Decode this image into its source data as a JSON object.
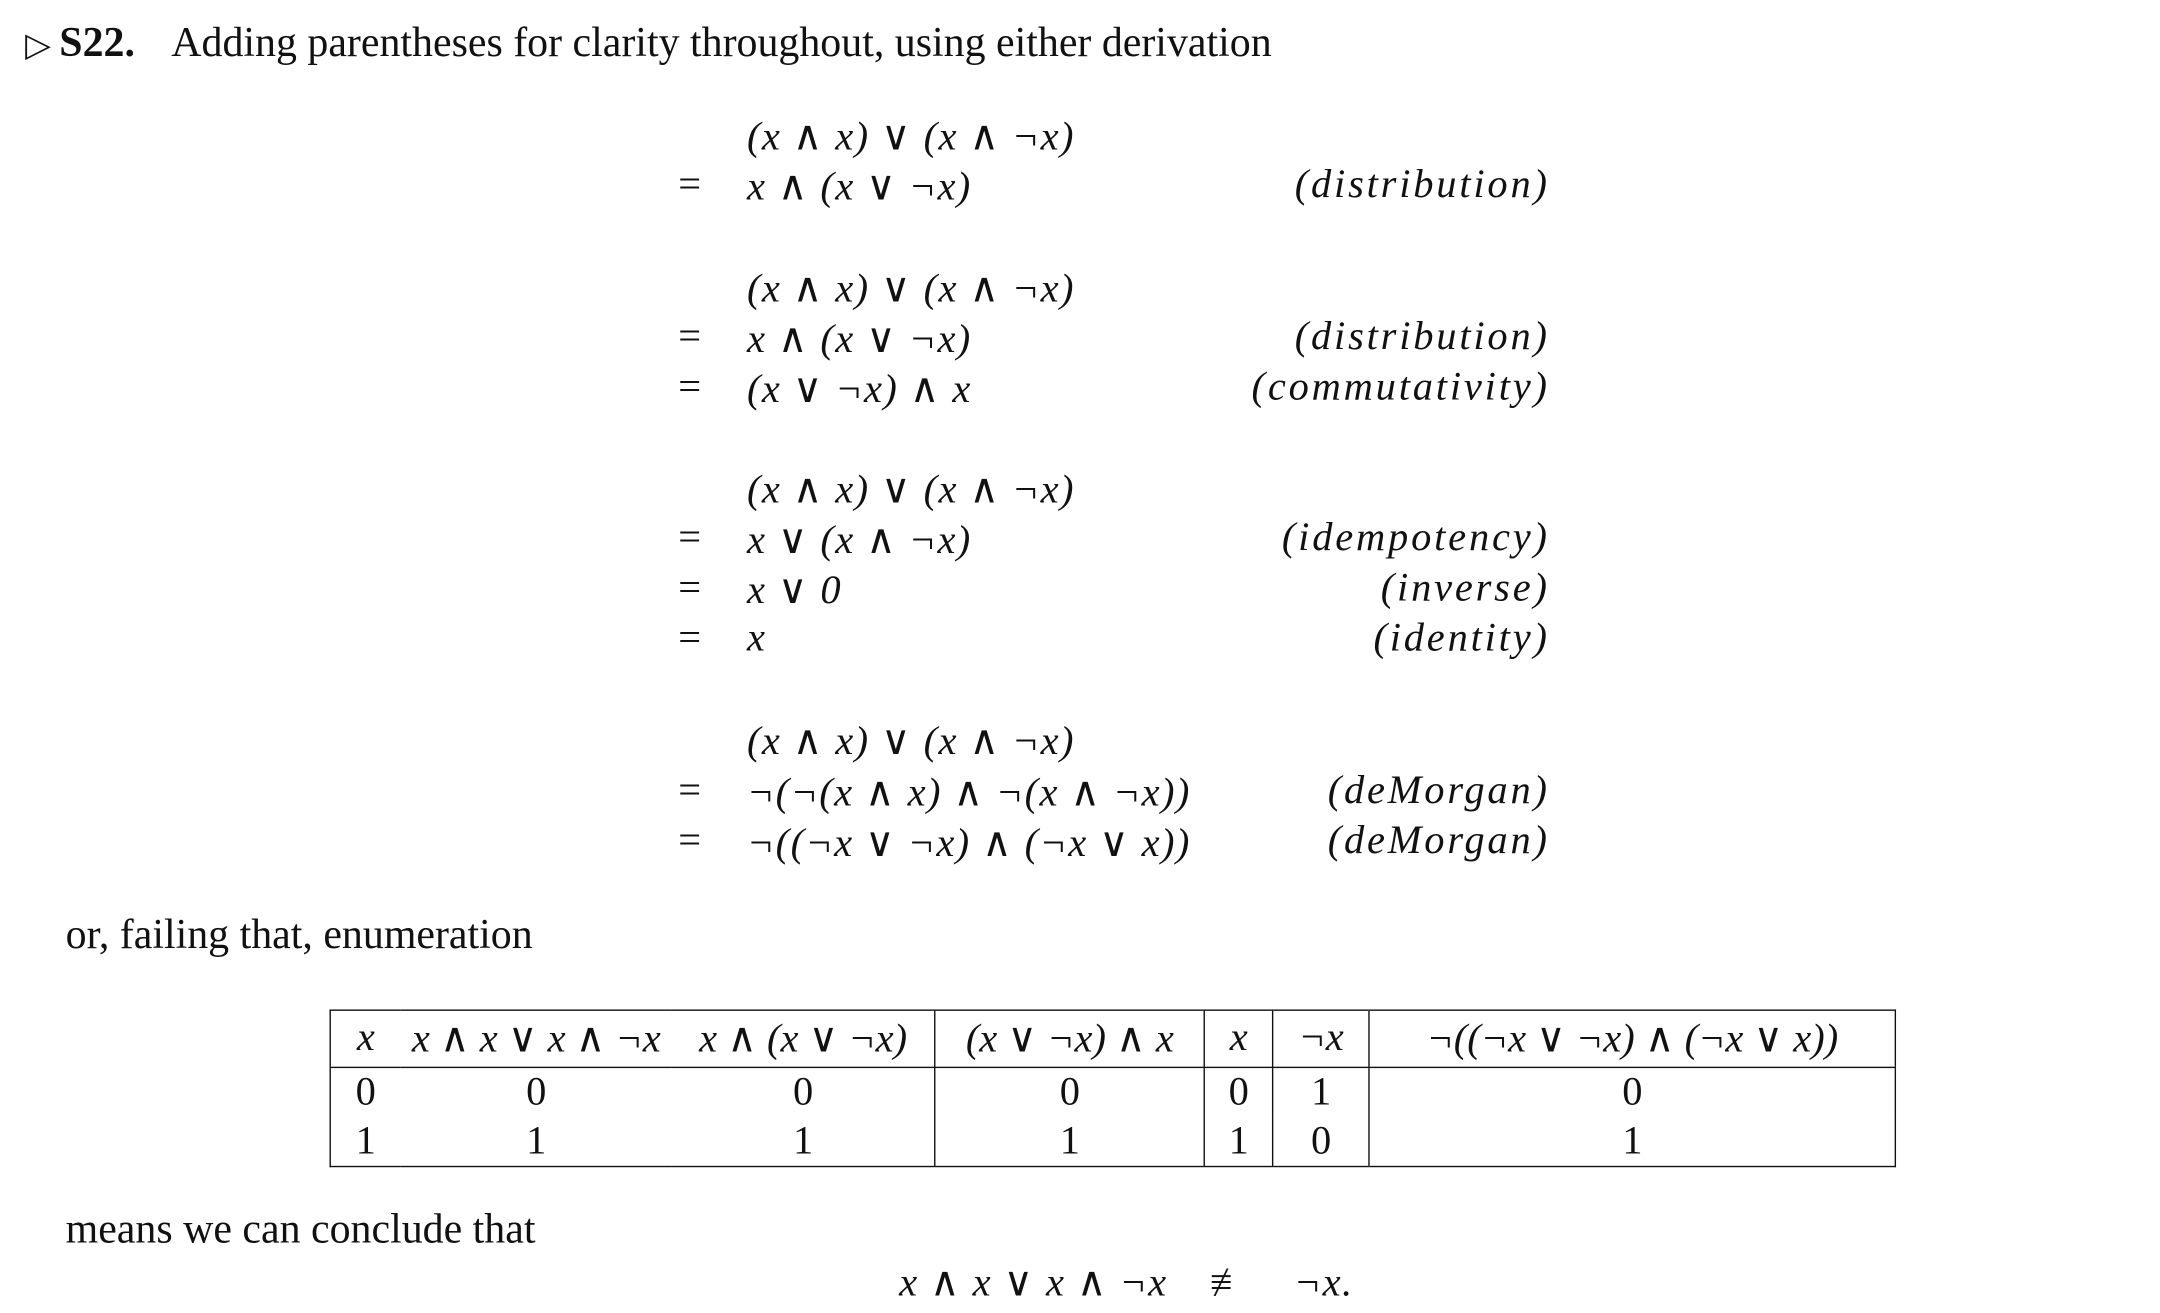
{
  "heading": {
    "marker": "▷",
    "number": "S22.",
    "text": "Adding parentheses for clarity throughout, using either derivation"
  },
  "derivations": [
    {
      "start": "(x ∧ x) ∨ (x ∧ ¬x)",
      "steps": [
        {
          "op": "=",
          "expr": "x ∧ (x ∨ ¬x)",
          "reason": "(distribution)"
        }
      ]
    },
    {
      "start": "(x ∧ x) ∨ (x ∧ ¬x)",
      "steps": [
        {
          "op": "=",
          "expr": "x ∧ (x ∨ ¬x)",
          "reason": "(distribution)"
        },
        {
          "op": "=",
          "expr": "(x ∨ ¬x) ∧ x",
          "reason": "(commutativity)"
        }
      ]
    },
    {
      "start": "(x ∧ x) ∨ (x ∧ ¬x)",
      "steps": [
        {
          "op": "=",
          "expr": "x ∨ (x ∧ ¬x)",
          "reason": "(idempotency)"
        },
        {
          "op": "=",
          "expr": "x ∨ 0",
          "reason": "(inverse)"
        },
        {
          "op": "=",
          "expr": "x",
          "reason": "(identity)"
        }
      ]
    },
    {
      "start": "(x ∧ x) ∨ (x ∧ ¬x)",
      "steps": [
        {
          "op": "=",
          "expr": "¬(¬(x ∧ x) ∧ ¬(x ∧ ¬x))",
          "reason": "(deMorgan)"
        },
        {
          "op": "=",
          "expr": "¬((¬x ∨ ¬x) ∧ (¬x ∨ x))",
          "reason": "(deMorgan)"
        }
      ]
    }
  ],
  "enumeration_intro": "or, failing that, enumeration",
  "truth_table": {
    "headers": [
      "x",
      "x ∧ x ∨ x ∧ ¬x",
      "x ∧ (x ∨ ¬x)",
      "(x ∨ ¬x) ∧ x",
      "x",
      "¬x",
      "¬((¬x ∨ ¬x) ∧ (¬x ∨ x))"
    ],
    "rows": [
      [
        "0",
        "0",
        "0",
        "0",
        "0",
        "1",
        "0"
      ],
      [
        "1",
        "1",
        "1",
        "1",
        "1",
        "0",
        "1"
      ]
    ]
  },
  "conclusion_intro": "means we can conclude that",
  "conclusion": {
    "lhs": "x ∧ x ∨ x ∧ ¬x",
    "relation": "≢",
    "rhs": "¬x."
  }
}
